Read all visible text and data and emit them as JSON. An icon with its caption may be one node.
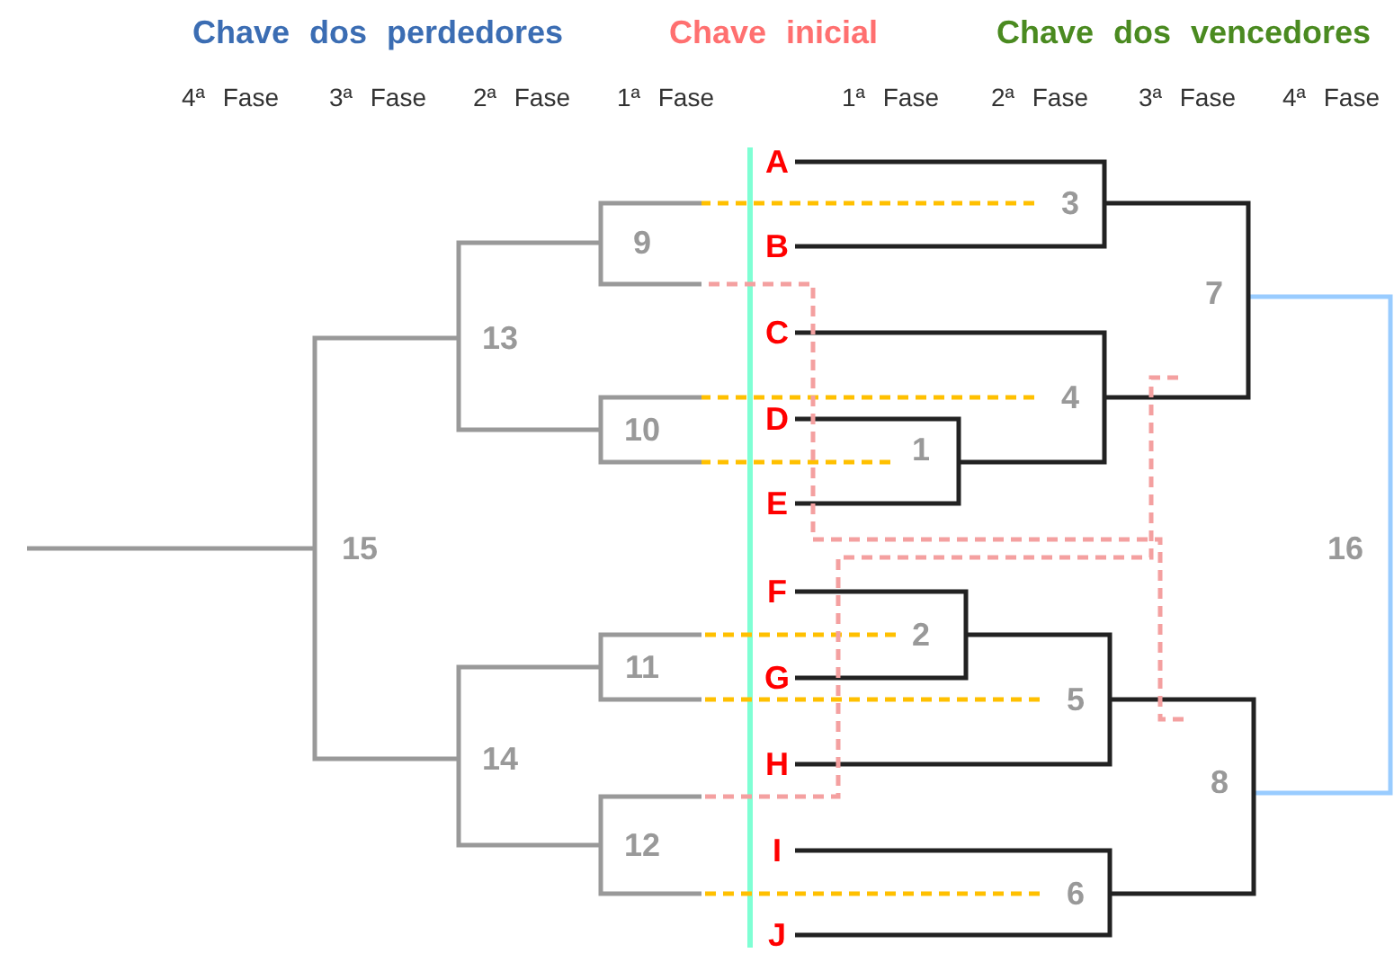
{
  "diagram": {
    "nodes": [
      {
        "text": [
          "A"
        ]
      },
      {
        "text": [
          "B"
        ]
      },
      {
        "text": [
          "C"
        ]
      },
      {
        "text": [
          "D"
        ]
      },
      {
        "text": [
          "E"
        ]
      },
      {
        "text": [
          "F"
        ]
      },
      {
        "text": [
          "G"
        ]
      },
      {
        "text": [
          "H"
        ]
      },
      {
        "text": [
          "I"
        ]
      },
      {
        "text": [
          "J"
        ]
      },
      {
        "text": [
          "1"
        ]
      },
      {
        "text": [
          "2"
        ]
      },
      {
        "text": [
          "3"
        ]
      },
      {
        "text": [
          "4"
        ]
      },
      {
        "text": [
          "5"
        ]
      },
      {
        "text": [
          "6"
        ]
      },
      {
        "text": [
          "7"
        ]
      },
      {
        "text": [
          "8"
        ]
      },
      {
        "text": [
          "9"
        ]
      },
      {
        "text": [
          "10"
        ]
      },
      {
        "text": [
          "11"
        ]
      },
      {
        "text": [
          "12"
        ]
      },
      {
        "text": [
          "13"
        ]
      },
      {
        "text": [
          "14"
        ]
      },
      {
        "text": [
          "15"
        ]
      },
      {
        "text": [
          "16"
        ]
      }
    ],
    "edges": [
      {
        "from": 0,
        "to": 12,
        "arrow": "none"
      },
      {
        "from": 1,
        "to": 12,
        "arrow": "none"
      },
      {
        "from": 2,
        "to": 13,
        "arrow": "none"
      },
      {
        "from": 3,
        "to": 10,
        "arrow": "none"
      },
      {
        "from": 4,
        "to": 10,
        "arrow": "none"
      },
      {
        "from": 10,
        "to": 13,
        "arrow": "none"
      },
      {
        "from": 5,
        "to": 11,
        "arrow": "none"
      },
      {
        "from": 6,
        "to": 11,
        "arrow": "none"
      },
      {
        "from": 11,
        "to": 14,
        "arrow": "none"
      },
      {
        "from": 7,
        "to": 14,
        "arrow": "none"
      },
      {
        "from": 8,
        "to": 15,
        "arrow": "none"
      },
      {
        "from": 9,
        "to": 15,
        "arrow": "none"
      },
      {
        "from": 12,
        "to": 16,
        "arrow": "none"
      },
      {
        "from": 13,
        "to": 16,
        "arrow": "none"
      },
      {
        "from": 14,
        "to": 17,
        "arrow": "none"
      },
      {
        "from": 15,
        "to": 17,
        "arrow": "none"
      },
      {
        "from": 16,
        "to": 25,
        "arrow": "none",
        "color": "#99ccff"
      },
      {
        "from": 17,
        "to": 25,
        "arrow": "none",
        "color": "#99ccff"
      },
      {
        "from": 12,
        "to": 18,
        "arrow": "none",
        "style": "dashed",
        "color": "#ffc000"
      },
      {
        "from": 13,
        "to": 19,
        "arrow": "none",
        "style": "dashed",
        "color": "#ffc000"
      },
      {
        "from": 10,
        "to": 19,
        "arrow": "none",
        "style": "dashed",
        "color": "#ffc000"
      },
      {
        "from": 11,
        "to": 20,
        "arrow": "none",
        "style": "dashed",
        "color": "#ffc000"
      },
      {
        "from": 14,
        "to": 20,
        "arrow": "none",
        "style": "dashed",
        "color": "#ffc000"
      },
      {
        "from": 15,
        "to": 21,
        "arrow": "none",
        "style": "dashed",
        "color": "#ffc000"
      },
      {
        "from": 17,
        "to": 18,
        "arrow": "none",
        "style": "dashed",
        "color": "#f4a0a0"
      },
      {
        "from": 16,
        "to": 21,
        "arrow": "none",
        "style": "dashed",
        "color": "#f4a0a0"
      },
      {
        "from": 18,
        "to": 22,
        "arrow": "none",
        "color": "#999999"
      },
      {
        "from": 19,
        "to": 22,
        "arrow": "none",
        "color": "#999999"
      },
      {
        "from": 20,
        "to": 23,
        "arrow": "none",
        "color": "#999999"
      },
      {
        "from": 21,
        "to": 23,
        "arrow": "none",
        "color": "#999999"
      },
      {
        "from": 22,
        "to": 24,
        "arrow": "none",
        "color": "#999999"
      },
      {
        "from": 23,
        "to": 24,
        "arrow": "none",
        "color": "#999999"
      },
      {
        "from": 24,
        "to": null,
        "arrow": "none",
        "color": "#999999"
      }
    ],
    "labels": [
      "Chave dos perdedores",
      "Chave inicial",
      "Chave dos vencedores",
      "4ª Fase",
      "3ª Fase",
      "2ª Fase",
      "1ª Fase",
      "1ª Fase",
      "2ª Fase",
      "3ª Fase",
      "4ª Fase"
    ]
  }
}
